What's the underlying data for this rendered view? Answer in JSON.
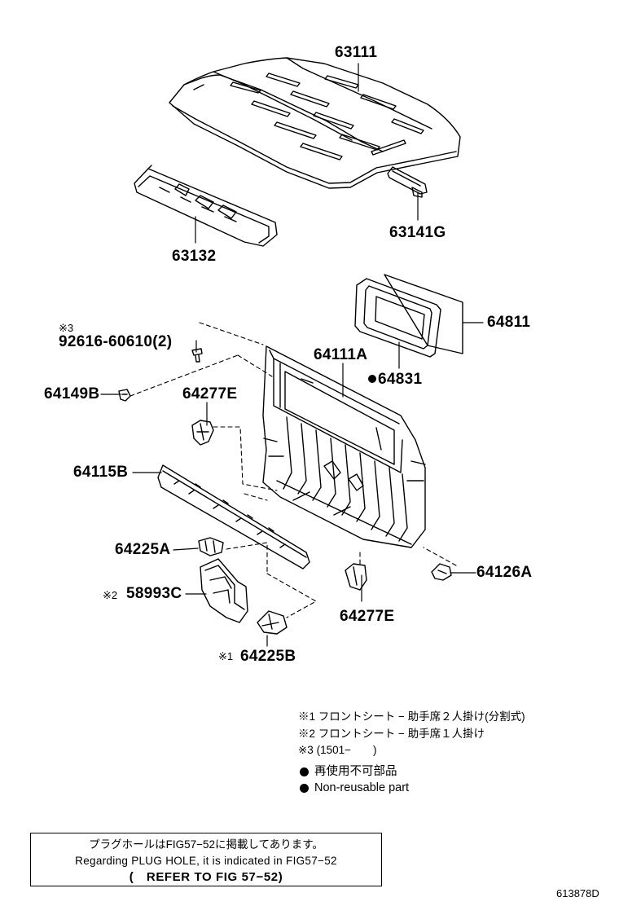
{
  "parts": {
    "p63111": "63111",
    "p63141g": "63141G",
    "p63132": "63132",
    "p64811": "64811",
    "p92616": "92616-60610(2)",
    "p64111a": "64111A",
    "p64831": "64831",
    "p64149b": "64149B",
    "p64277e_top": "64277E",
    "p64115b": "64115B",
    "p64225a": "64225A",
    "p64126a": "64126A",
    "p58993c": "58993C",
    "p64277e_bottom": "64277E",
    "p64225b": "64225B"
  },
  "marks": {
    "m3": "※3",
    "m2": "※2",
    "m1": "※1"
  },
  "notes": {
    "note1": "※1 フロントシート − 助手席２人掛け(分割式)",
    "note2": "※2 フロントシート − 助手席１人掛け",
    "note3": "※3 (1501−　　)"
  },
  "legend": {
    "jp": "再使用不可部品",
    "en": "Non-reusable part"
  },
  "reference": {
    "line1": "プラグホールはFIG57−52に掲載してあります。",
    "line2": "Regarding PLUG HOLE, it is indicated in FIG57−52",
    "line3": "(　REFER TO FIG 57−52)"
  },
  "figure_code": "613878D"
}
